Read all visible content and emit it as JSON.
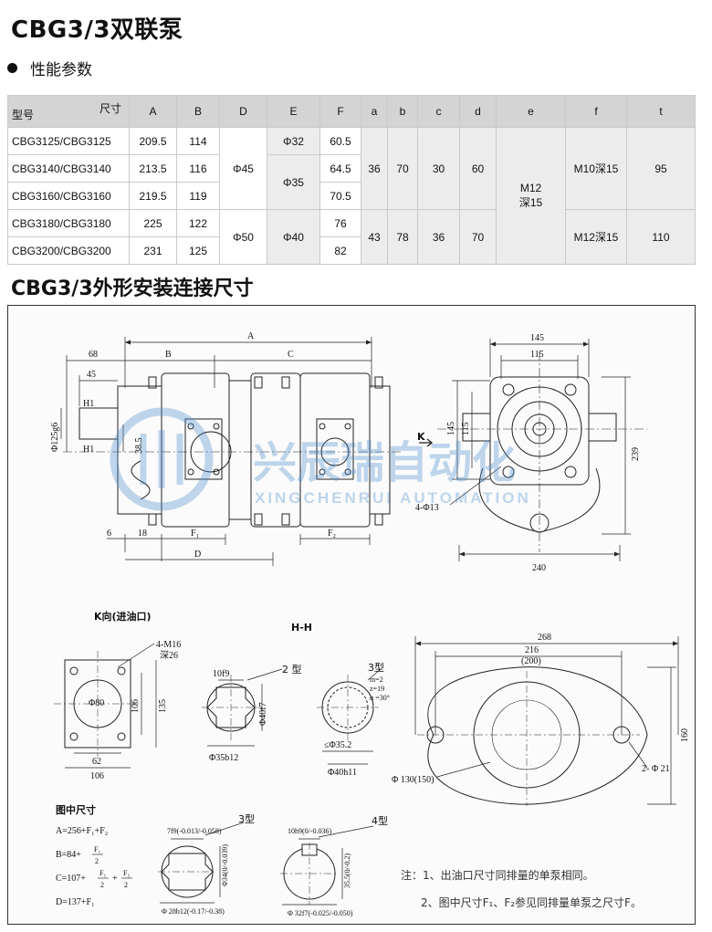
{
  "title": "CBG3/3双联泵",
  "section1": "性能参数",
  "section2": "CBG3/3外形安装连接尺寸",
  "table": {
    "header_model": "型号",
    "header_size": "尺寸",
    "columns": [
      "A",
      "B",
      "D",
      "E",
      "F",
      "a",
      "b",
      "c",
      "d",
      "e",
      "f",
      "t"
    ],
    "rows": [
      {
        "model": "CBG3125/CBG3125",
        "A": "209.5",
        "B": "114",
        "F": "60.5"
      },
      {
        "model": "CBG3140/CBG3140",
        "A": "213.5",
        "B": "116",
        "F": "64.5"
      },
      {
        "model": "CBG3160/CBG3160",
        "A": "219.5",
        "B": "119",
        "F": "70.5"
      },
      {
        "model": "CBG3180/CBG3180",
        "A": "225",
        "B": "122",
        "F": "76"
      },
      {
        "model": "CBG3200/CBG3200",
        "A": "231",
        "B": "125",
        "F": "82"
      }
    ],
    "merged": {
      "D_1": "Φ45",
      "D_2": "Φ50",
      "E_1": "Φ32",
      "E_2": "Φ35",
      "E_3": "Φ40",
      "a_1": "36",
      "b_1": "70",
      "c_1": "30",
      "d_1": "60",
      "a_2": "43",
      "b_2": "78",
      "c_2": "36",
      "d_2": "70",
      "e_line1": "M12",
      "e_line2": "深15",
      "f_1": "M10深15",
      "f_2": "M12深15",
      "t_1": "95",
      "t_2": "110"
    }
  },
  "drawing": {
    "dims": {
      "A": "A",
      "B": "B",
      "C": "C",
      "D": "D",
      "F1": "F₁",
      "F2": "F₂",
      "d68": "68",
      "d45": "45",
      "d6": "6",
      "d18": "18",
      "H1": "H1",
      "phi125": "Φ125g6",
      "d38_5": "38.5",
      "K": "K",
      "d145": "145",
      "d115": "115",
      "v145": "145",
      "v115": "115",
      "v239": "239",
      "d240": "240",
      "holes4": "4-Φ13"
    },
    "kview": {
      "title": "K向(进油口)",
      "m16": "4-M16",
      "deep": "深26",
      "phi80": "Φ80",
      "d106v": "106",
      "d135": "135",
      "d62": "62",
      "d106h": "106"
    },
    "hh": {
      "title": "H-H",
      "t2": "2 型",
      "f9": "10f9",
      "f7": "Φ40f7",
      "b12": "Φ35b12",
      "t3": "3型",
      "m": "m=2",
      "z": "z=19",
      "alpha": "α =30°",
      "d352": "≤Φ35.2",
      "h11": "Φ40h11"
    },
    "flange": {
      "d268": "268",
      "d216": "216",
      "d200": "(200)",
      "d160": "160",
      "phi130": "Φ 130(150)",
      "holes2": "2- Φ 21"
    },
    "formulas": {
      "title": "图中尺寸",
      "A": "A=256+F₁+F₂",
      "B_pre": "B=84+",
      "B_num": "F₁",
      "B_den": "2",
      "C_pre": "C=107+",
      "C_num1": "F₁",
      "C_den1": "2",
      "C_plus": "+",
      "C_num2": "F₂",
      "C_den2": "2",
      "D": "D=137+F₁"
    },
    "bottom": {
      "t3": "3型",
      "f9": "7f9(-0.013/-0.058)",
      "d346": "Φ34(0/-0.039)",
      "b12": "Φ 28b12(-0.17/-0.38)",
      "t4": "4型",
      "h9": "10h9(0/-0.036)",
      "d355": "35.5(0/-0.2)",
      "f7": "Φ 32f7(-0.025/-0.050)"
    },
    "notes": {
      "n1": "注：1、出油口尺寸同排量的单泵相同。",
      "n2": "2、图中尺寸F₁、F₂参见同排量单泵之尺寸F。"
    },
    "watermark": {
      "cn": "兴辰瑞自动化",
      "en": "XINGCHENRUI AUTOMATION",
      "logo_color": "#4b8ed0"
    }
  }
}
